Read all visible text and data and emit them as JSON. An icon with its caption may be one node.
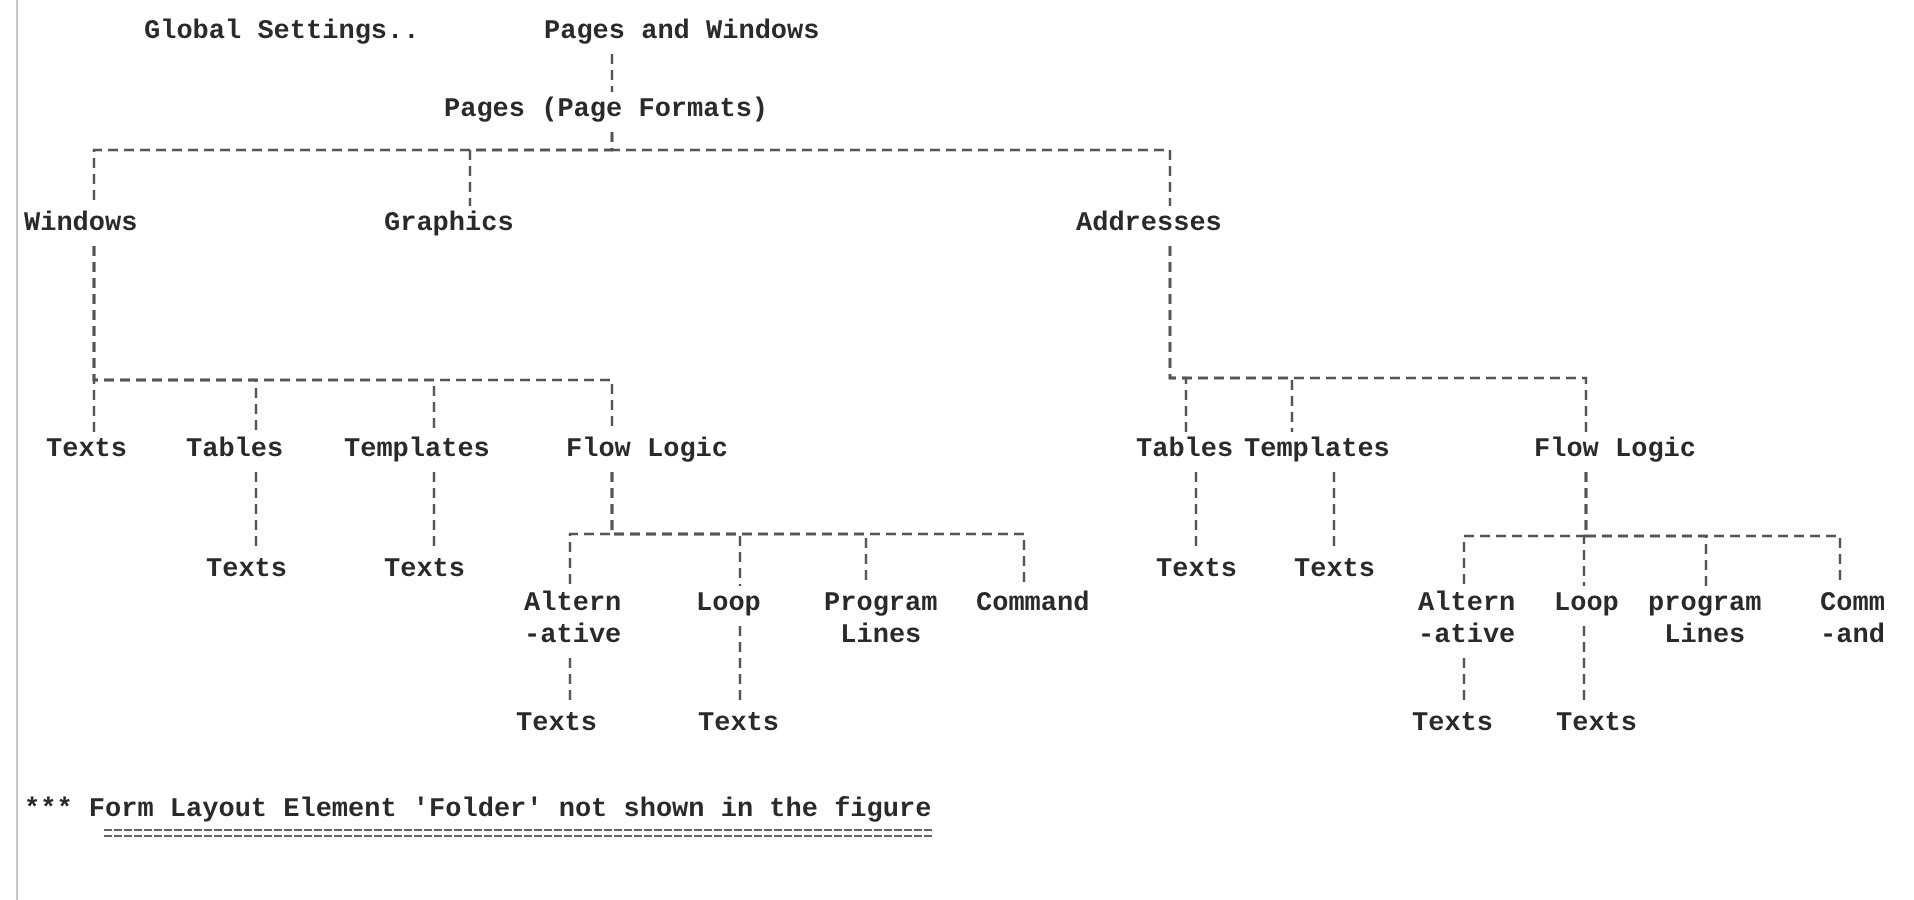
{
  "diagram": {
    "nodes": [
      {
        "text": [
          "Pages and Windows"
        ]
      },
      {
        "text": [
          "Pages (Page Formats)"
        ]
      },
      {
        "text": [
          "Windows"
        ]
      },
      {
        "text": [
          "Graphics"
        ]
      },
      {
        "text": [
          "Addresses"
        ]
      },
      {
        "text": [
          "Texts"
        ]
      },
      {
        "text": [
          "Tables"
        ]
      },
      {
        "text": [
          "Templates"
        ]
      },
      {
        "text": [
          "Flow Logic"
        ]
      },
      {
        "text": [
          "Tables"
        ]
      },
      {
        "text": [
          "Templates"
        ]
      },
      {
        "text": [
          "Flow Logic"
        ]
      },
      {
        "text": [
          "Texts"
        ]
      },
      {
        "text": [
          "Texts"
        ]
      },
      {
        "text": [
          "Altern -ative"
        ]
      },
      {
        "text": [
          "Loop"
        ]
      },
      {
        "text": [
          "Program Lines"
        ]
      },
      {
        "text": [
          "Command"
        ]
      },
      {
        "text": [
          "Texts"
        ]
      },
      {
        "text": [
          "Texts"
        ]
      },
      {
        "text": [
          "Altern -ative"
        ]
      },
      {
        "text": [
          "Loop"
        ]
      },
      {
        "text": [
          "program Lines"
        ]
      },
      {
        "text": [
          "Comm -and"
        ]
      },
      {
        "text": [
          "Texts"
        ]
      },
      {
        "text": [
          "Texts"
        ]
      },
      {
        "text": [
          "Texts"
        ]
      },
      {
        "text": [
          "Texts"
        ]
      }
    ],
    "edges": [
      {
        "from": 0,
        "to": 1,
        "arrow": "none"
      },
      {
        "from": 1,
        "to": 2,
        "arrow": "none"
      },
      {
        "from": 1,
        "to": 3,
        "arrow": "none"
      },
      {
        "from": 1,
        "to": 4,
        "arrow": "none"
      },
      {
        "from": 2,
        "to": 5,
        "arrow": "none"
      },
      {
        "from": 2,
        "to": 6,
        "arrow": "none"
      },
      {
        "from": 2,
        "to": 7,
        "arrow": "none"
      },
      {
        "from": 2,
        "to": 8,
        "arrow": "none"
      },
      {
        "from": 4,
        "to": 9,
        "arrow": "none"
      },
      {
        "from": 4,
        "to": 10,
        "arrow": "none"
      },
      {
        "from": 4,
        "to": 11,
        "arrow": "none"
      },
      {
        "from": 6,
        "to": 12,
        "arrow": "none"
      },
      {
        "from": 7,
        "to": 13,
        "arrow": "none"
      },
      {
        "from": 8,
        "to": 14,
        "arrow": "none"
      },
      {
        "from": 8,
        "to": 15,
        "arrow": "none"
      },
      {
        "from": 8,
        "to": 16,
        "arrow": "none"
      },
      {
        "from": 8,
        "to": 17,
        "arrow": "none"
      },
      {
        "from": 9,
        "to": 18,
        "arrow": "none"
      },
      {
        "from": 10,
        "to": 19,
        "arrow": "none"
      },
      {
        "from": 11,
        "to": 20,
        "arrow": "none"
      },
      {
        "from": 11,
        "to": 21,
        "arrow": "none"
      },
      {
        "from": 11,
        "to": 22,
        "arrow": "none"
      },
      {
        "from": 11,
        "to": 23,
        "arrow": "none"
      },
      {
        "from": 14,
        "to": 24,
        "arrow": "none"
      },
      {
        "from": 15,
        "to": 25,
        "arrow": "none"
      },
      {
        "from": 20,
        "to": 26,
        "arrow": "none"
      },
      {
        "from": 21,
        "to": 27,
        "arrow": "none"
      }
    ],
    "labels": [
      "Global Settings..",
      "*** Form Layout Element 'Folder' not shown in the figure"
    ]
  }
}
